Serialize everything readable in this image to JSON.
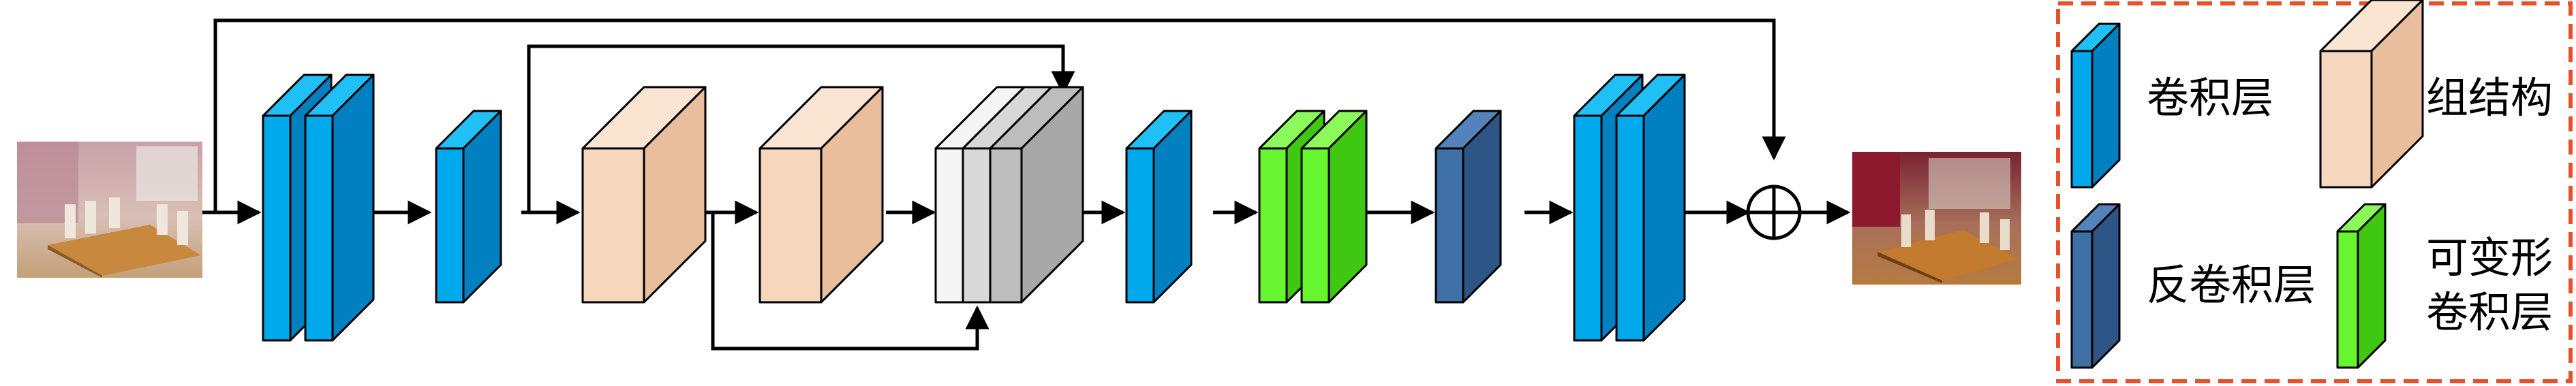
{
  "colors": {
    "conv_front": "#00A9EC",
    "conv_side": "#0080C0",
    "conv_top": "#20BFF5",
    "group_front": "#F6D6BC",
    "group_side": "#E8BE9C",
    "group_top": "#FAE4D2",
    "deconv_front": "#3E6FA5",
    "deconv_side": "#2D5585",
    "deconv_top": "#5383B8",
    "deform_front": "#66F52E",
    "deform_side": "#3FC812",
    "deform_top": "#8CFA5A",
    "concat_front": "#F5F5F5",
    "concat_mid": "#D8D8D8",
    "concat_back": "#BDBDBD",
    "legend_border": "#E8502A",
    "arrow": "#000000"
  },
  "images": {
    "input_image": {
      "description_icon": "input-photo-icon"
    },
    "output_image": {
      "description_icon": "output-photo-icon"
    }
  },
  "icons": {
    "sum_node": "circle-plus-icon"
  },
  "legend": {
    "conv": "卷积层",
    "group": "组结构",
    "deconv": "反卷积层",
    "deform_line1": "可变形",
    "deform_line2": "卷积层"
  }
}
